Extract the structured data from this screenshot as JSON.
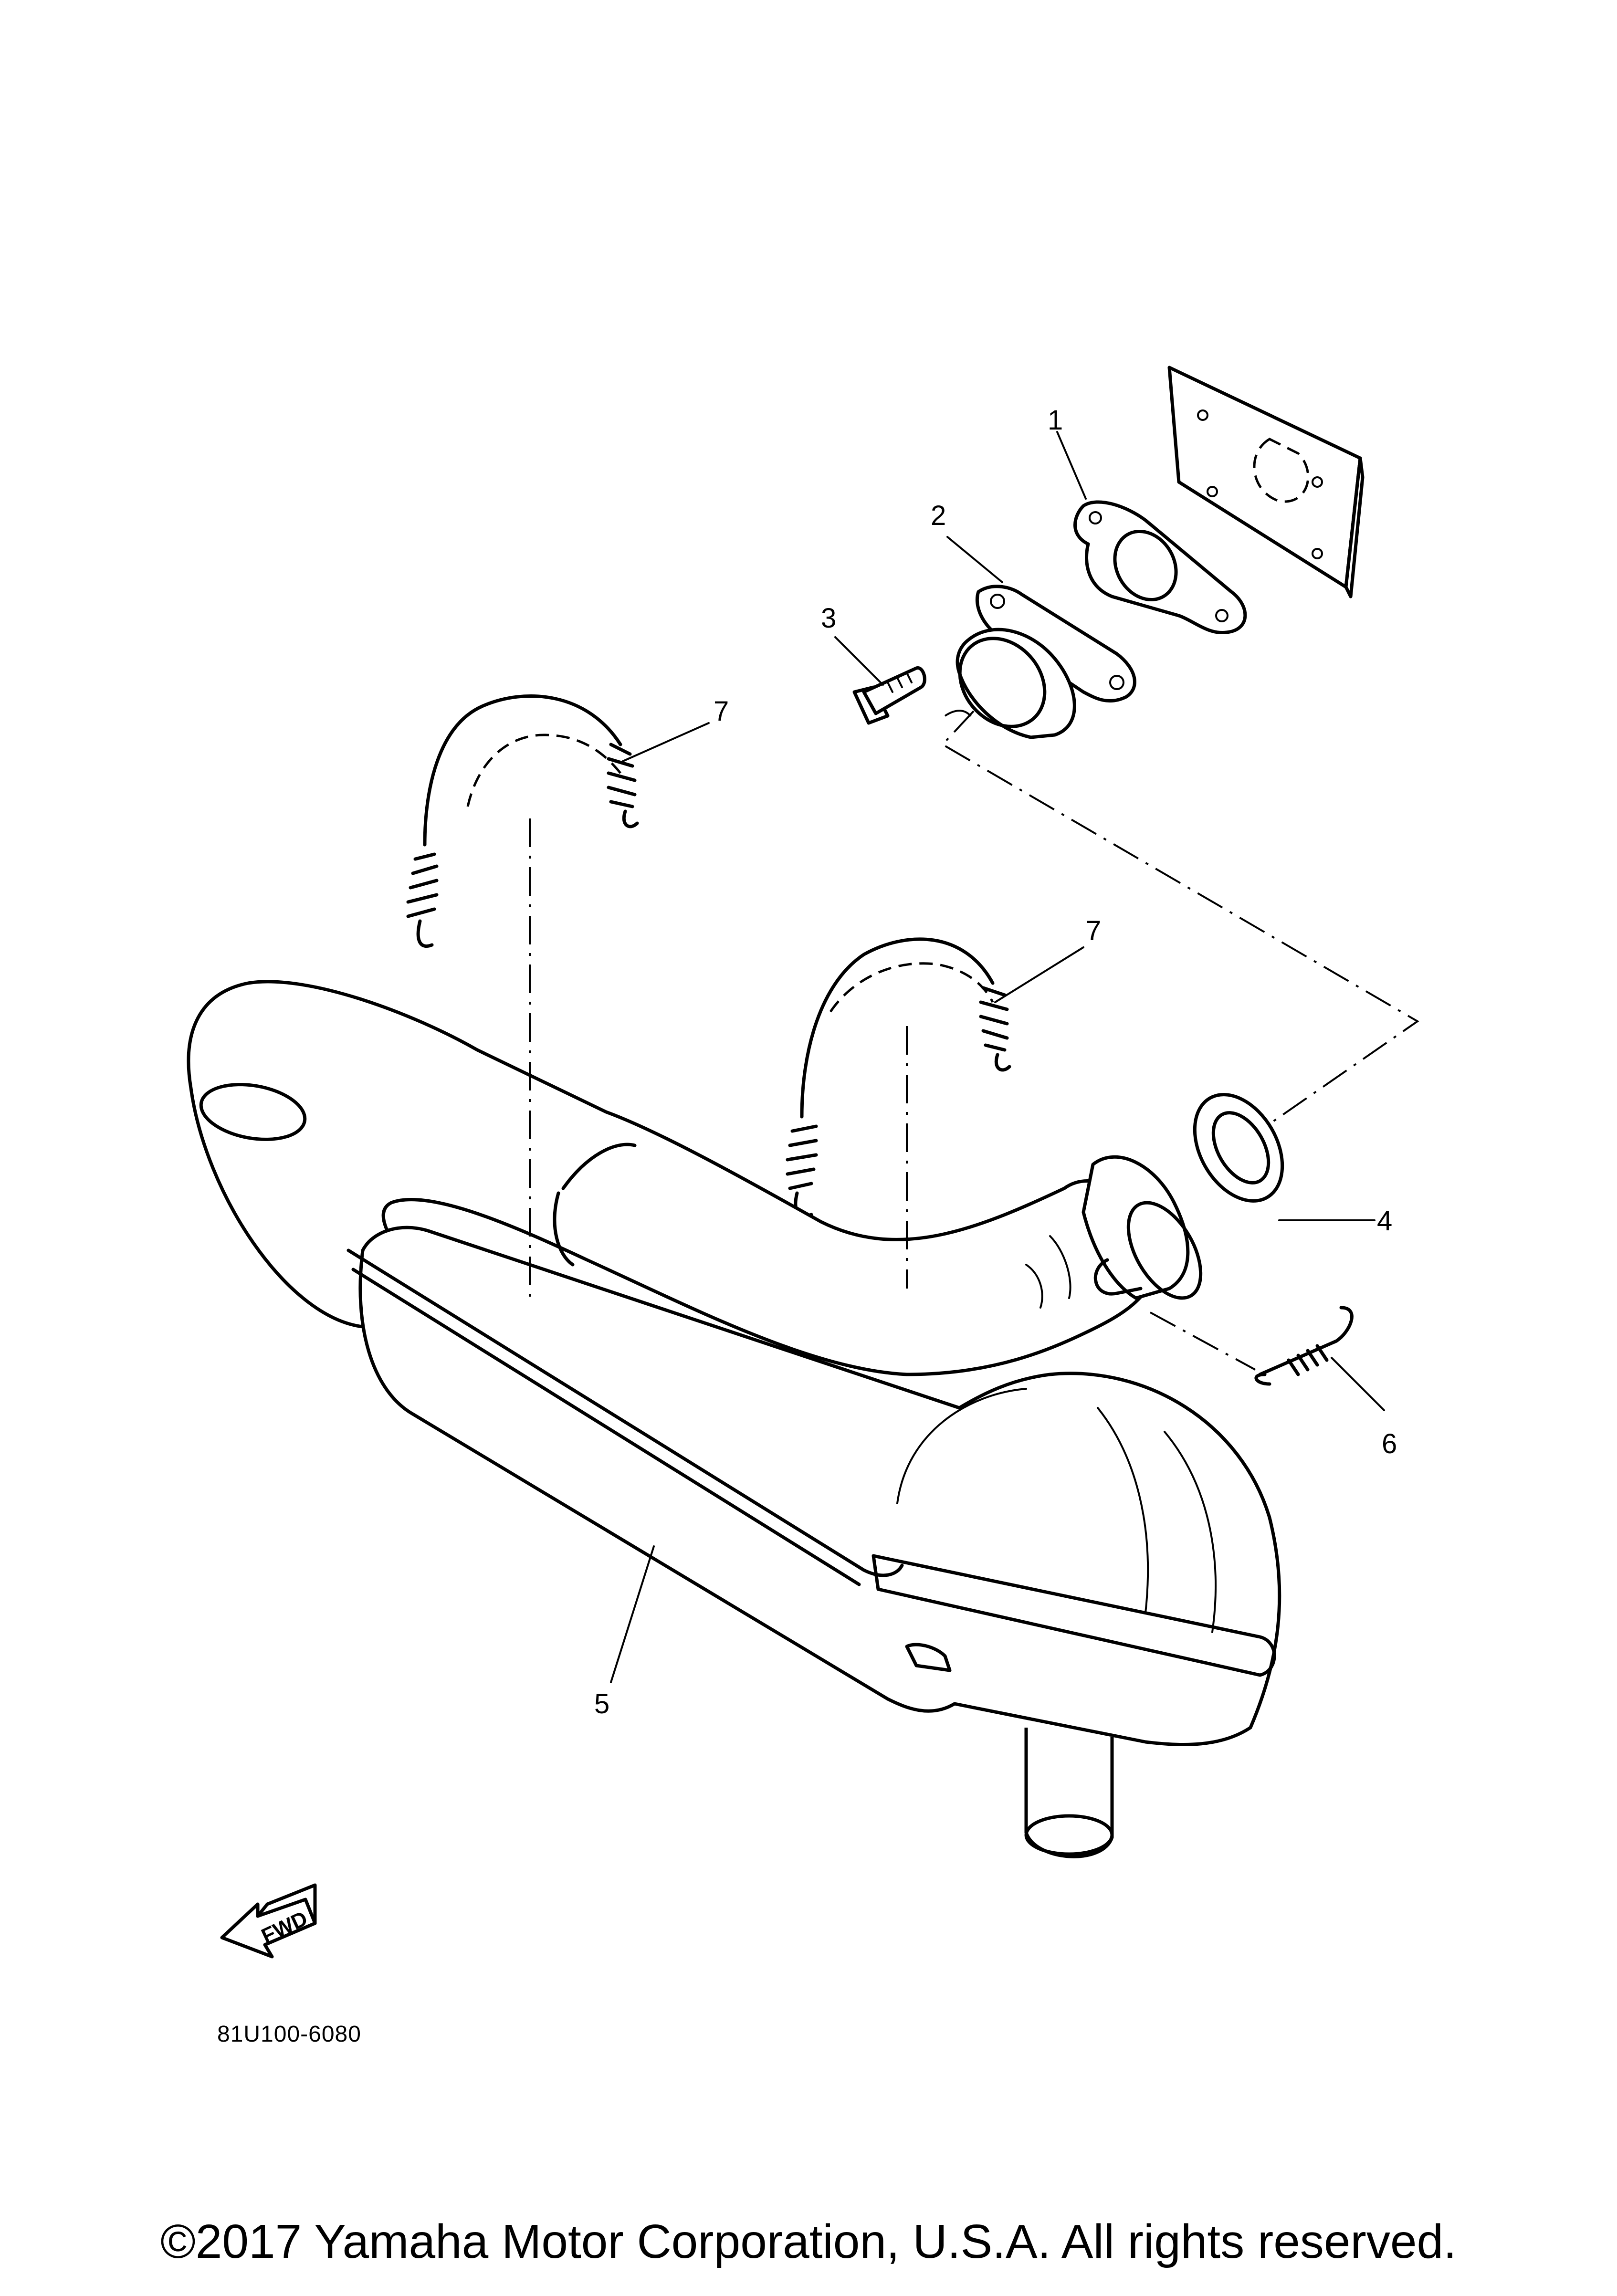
{
  "callouts": {
    "p1": "1",
    "p2": "2",
    "p3": "3",
    "p4": "4",
    "p5": "5",
    "p6": "6",
    "p7a": "7",
    "p7b": "7"
  },
  "fwd_label": "FWD",
  "diagram_code": "81U100-6080",
  "copyright": "©2017 Yamaha Motor Corporation, U.S.A. All rights reserved.",
  "colors": {
    "line": "#000000",
    "background": "#ffffff"
  }
}
